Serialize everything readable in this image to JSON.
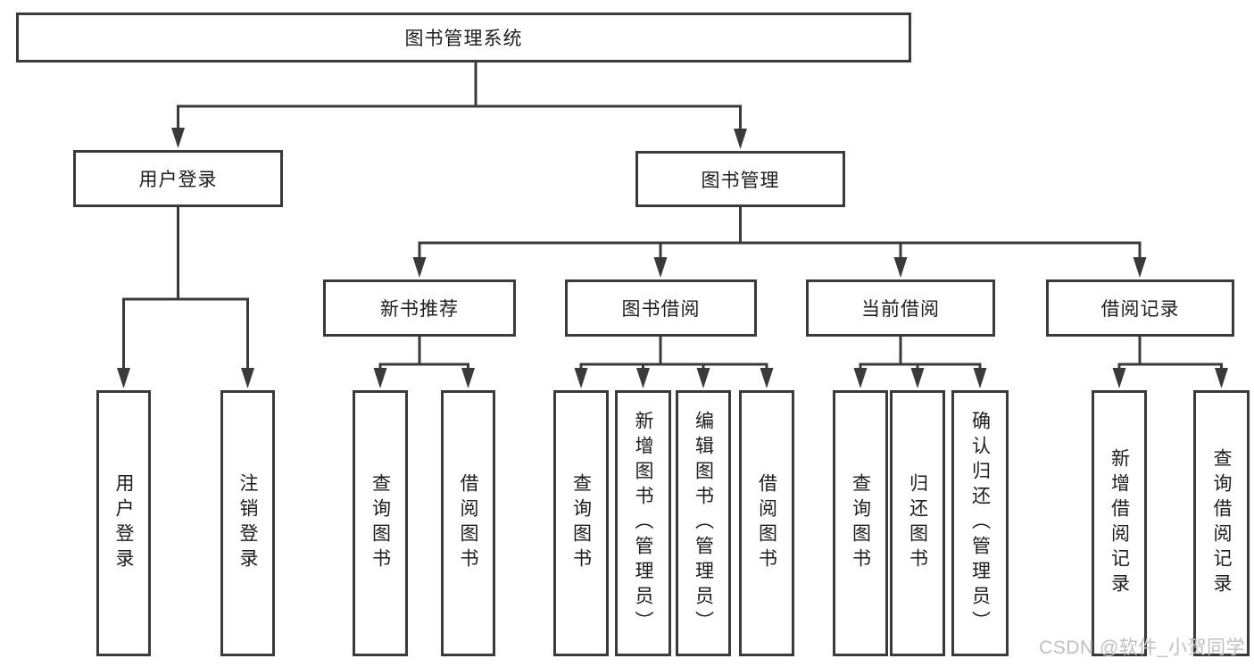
{
  "root": {
    "label": "图书管理系统",
    "children": [
      {
        "label": "用户登录",
        "children": [
          {
            "label": "用户登录"
          },
          {
            "label": "注销登录"
          }
        ]
      },
      {
        "label": "图书管理",
        "children": [
          {
            "label": "新书推荐",
            "children": [
              {
                "label": "查询图书"
              },
              {
                "label": "借阅图书"
              }
            ]
          },
          {
            "label": "图书借阅",
            "children": [
              {
                "label": "查询图书"
              },
              {
                "label": "新增图书（管理员）"
              },
              {
                "label": "编辑图书（管理员）"
              },
              {
                "label": "借阅图书"
              }
            ]
          },
          {
            "label": "当前借阅",
            "children": [
              {
                "label": "查询图书"
              },
              {
                "label": "归还图书"
              },
              {
                "label": "确认归还（管理员）"
              }
            ]
          },
          {
            "label": "借阅记录",
            "children": [
              {
                "label": "新增借阅记录"
              },
              {
                "label": "查询借阅记录"
              }
            ]
          }
        ]
      }
    ]
  },
  "watermark": "CSDN @软件_小贺同学",
  "colors": {
    "line": "#3a3a3a",
    "text": "#1d1d1d",
    "background": "#ffffff",
    "watermark": "#bfbfc4"
  }
}
